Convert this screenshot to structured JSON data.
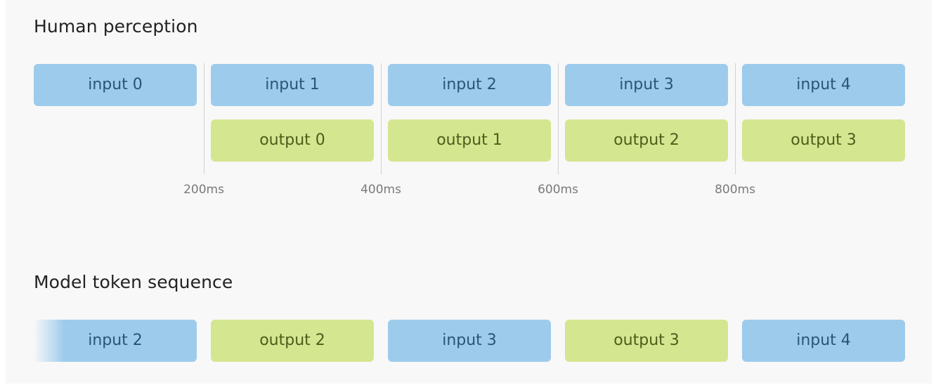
{
  "human_perception": {
    "title": "Human perception",
    "inputs": [
      "input 0",
      "input 1",
      "input 2",
      "input 3",
      "input 4"
    ],
    "outputs": [
      "output 0",
      "output 1",
      "output 2",
      "output 3"
    ],
    "ticks": [
      "200ms",
      "400ms",
      "600ms",
      "800ms"
    ]
  },
  "model_sequence": {
    "title": "Model token sequence",
    "tokens": [
      "input 2",
      "output 2",
      "input 3",
      "output 3",
      "input 4"
    ]
  },
  "colors": {
    "input_fill": "#9dcbec",
    "input_text": "#2b5474",
    "output_fill": "#d4e690",
    "output_text": "#4e5c1b",
    "background": "#f8f8f8"
  }
}
